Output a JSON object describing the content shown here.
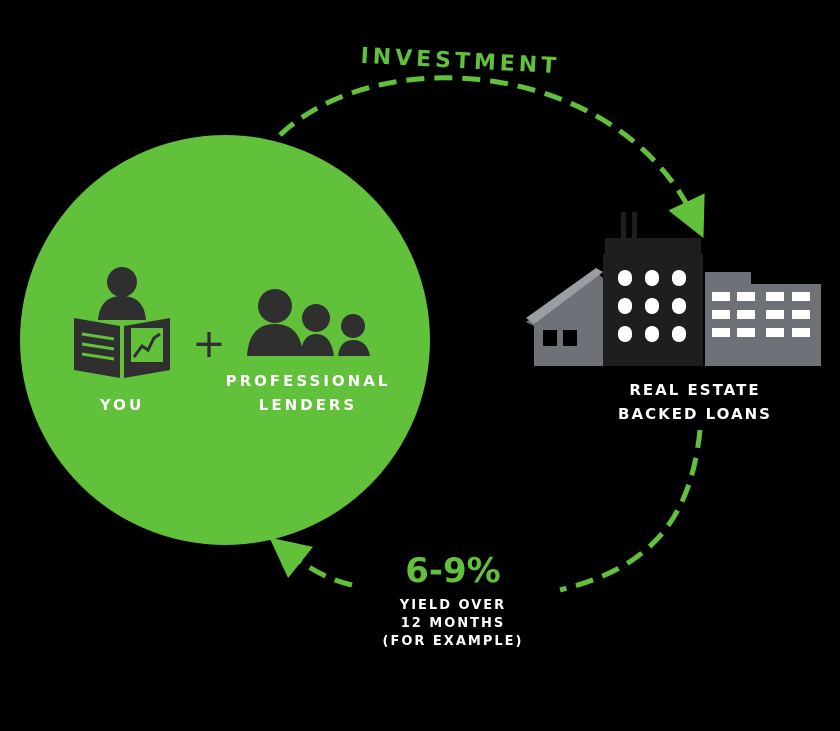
{
  "investment_label": "INVESTMENT",
  "you_label": "YOU",
  "plus_sign": "+",
  "lenders_label_line1": "PROFESSIONAL",
  "lenders_label_line2": "LENDERS",
  "real_estate_line1": "REAL ESTATE",
  "real_estate_line2": "BACKED LOANS",
  "yield_percent": "6-9%",
  "yield_line1": "YIELD OVER",
  "yield_line2": "12 MONTHS",
  "yield_line3": "(FOR EXAMPLE)",
  "colors": {
    "green": "#61c13a",
    "dark_icon": "#2f2f2f",
    "building_gray": "#6e7177",
    "building_dark": "#1e1e1e",
    "white": "#ffffff",
    "background": "#000000"
  },
  "icons": [
    "person-reading-newspaper-icon",
    "group-of-people-icon",
    "building-icon"
  ]
}
